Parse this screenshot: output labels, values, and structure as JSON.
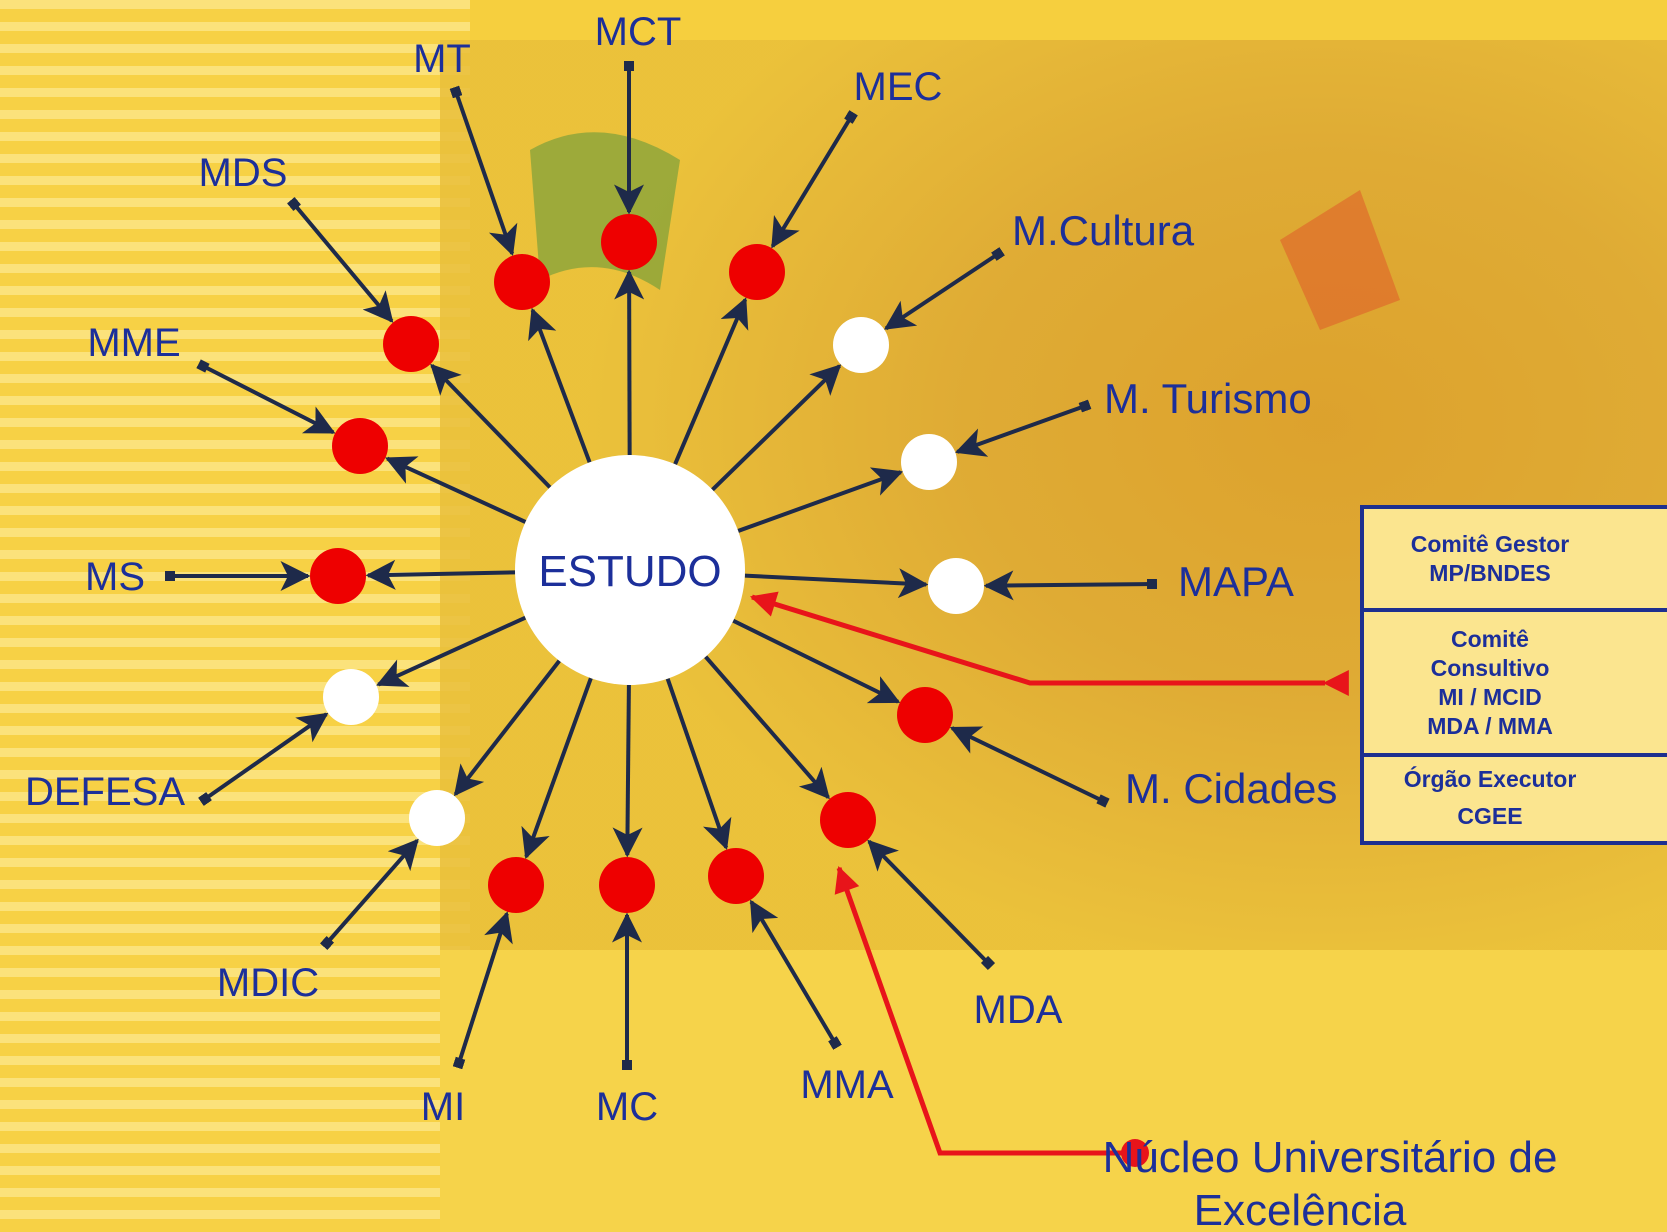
{
  "diagram": {
    "center": "ESTUDO",
    "nodes": [
      {
        "label": "MCT",
        "dot": "red"
      },
      {
        "label": "MT",
        "dot": "red"
      },
      {
        "label": "MEC",
        "dot": "red"
      },
      {
        "label": "MDS",
        "dot": "red"
      },
      {
        "label": "M.Cultura",
        "dot": "white"
      },
      {
        "label": "MME",
        "dot": "red"
      },
      {
        "label": "M. Turismo",
        "dot": "white"
      },
      {
        "label": "MS",
        "dot": "red"
      },
      {
        "label": "MAPA",
        "dot": "white"
      },
      {
        "label": "DEFESA",
        "dot": "white"
      },
      {
        "label": "M. Cidades",
        "dot": "red"
      },
      {
        "label": "MDIC",
        "dot": "white"
      },
      {
        "label": "MDA",
        "dot": "red"
      },
      {
        "label": "MI",
        "dot": "red"
      },
      {
        "label": "MC",
        "dot": "red"
      },
      {
        "label": "MMA",
        "dot": "red"
      }
    ],
    "nucleo": [
      "Núcleo Universitário de",
      "Excelência"
    ]
  },
  "box": {
    "gestor": [
      "Comitê Gestor",
      "MP/BNDES"
    ],
    "consultivo": [
      "Comitê",
      "Consultivo",
      "MI / MCID",
      "MDA / MMA"
    ],
    "executor": [
      "Órgão Executor",
      "CGEE"
    ]
  },
  "colors": {
    "label": "#1c2f9a",
    "arrow": "#1e2a4a",
    "red_dot": "#ee0000",
    "white_dot": "#ffffff",
    "link": "#e8141a"
  }
}
